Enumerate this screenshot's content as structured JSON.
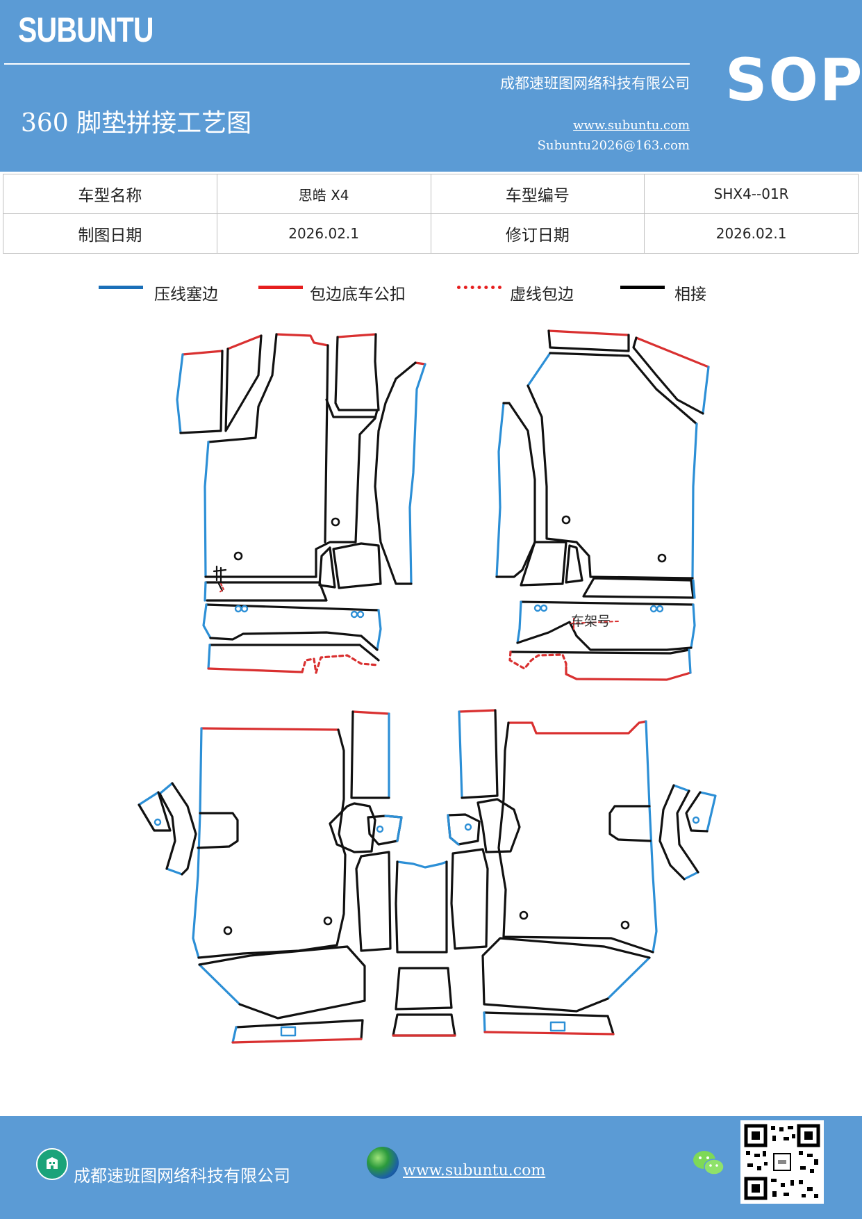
{
  "header": {
    "brand": "SUBUNTU",
    "company": "成都速班图网络科技有限公司",
    "title": "360 脚垫拼接工艺图",
    "website": "www.subuntu.com",
    "email": "Subuntu2026@163.com",
    "badge": "SOP"
  },
  "info": {
    "row1": {
      "label1": "车型名称",
      "value1": "思皓 X4",
      "label2": "车型编号",
      "value2": "SHX4--01R"
    },
    "row2": {
      "label1": "制图日期",
      "value1": "2026.02.1",
      "label2": "修订日期",
      "value2": "2026.02.1"
    }
  },
  "legend": [
    {
      "label": "压线塞边",
      "color": "#1a6fb8",
      "style": "solid"
    },
    {
      "label": "包边底车公扣",
      "color": "#e61e1e",
      "style": "solid"
    },
    {
      "label": "虚线包边",
      "color": "#e61e1e",
      "style": "dotted"
    },
    {
      "label": "相接",
      "color": "#000000",
      "style": "solid"
    }
  ],
  "drawing": {
    "frame_label": "车架号"
  },
  "footer": {
    "company": "成都速班图网络科技有限公司",
    "website": "www.subuntu.com"
  },
  "colors": {
    "header_bg": "#5b9bd5",
    "blue_line": "#2c8fd6",
    "red_line": "#d93030",
    "black_line": "#111111"
  }
}
